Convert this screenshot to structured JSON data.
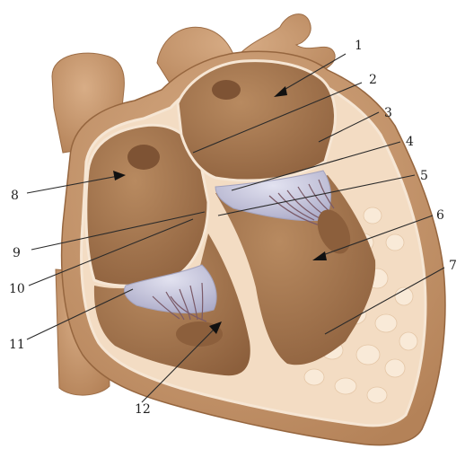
{
  "colors": {
    "outer_surface": "#c89a72",
    "outer_shadow": "#a7774f",
    "chamber_inner": "#a8784e",
    "chamber_dark": "#7e5334",
    "myocardium": "#f3dcc3",
    "myocardium_bump": "#f9ead8",
    "valve": "#c8c8df",
    "chordae": "#8a6a78",
    "outline": "#f6e6d4"
  },
  "labels": [
    {
      "number": "1"
    },
    {
      "number": "2"
    },
    {
      "number": "3"
    },
    {
      "number": "4"
    },
    {
      "number": "5"
    },
    {
      "number": "6"
    },
    {
      "number": "7"
    },
    {
      "number": "8"
    },
    {
      "number": "9"
    },
    {
      "number": "10"
    },
    {
      "number": "11"
    },
    {
      "number": "12"
    }
  ]
}
